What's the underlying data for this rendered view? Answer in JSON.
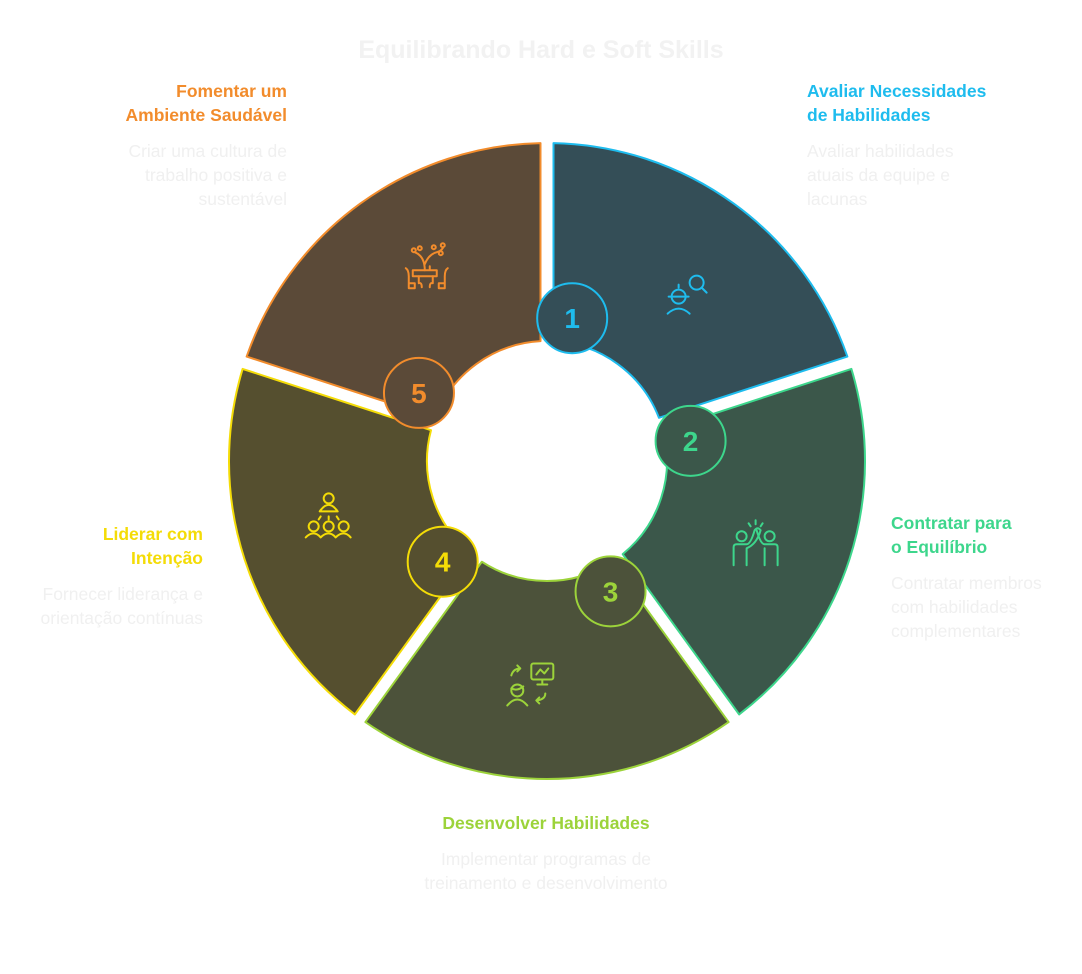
{
  "title": "Equilibrando Hard e Soft Skills",
  "steps": [
    {
      "number": "1",
      "heading": "Avaliar Necessidades\nde Habilidades",
      "description": "Avaliar habilidades\natuais da equipe e\nlacunas",
      "icon": "worker-search-icon",
      "accent": "#1ebcee",
      "fill": "#344e57"
    },
    {
      "number": "2",
      "heading": "Contratar para\no Equilíbrio",
      "description": "Contratar membros\ncom habilidades\ncomplementares",
      "icon": "high-five-icon",
      "accent": "#3dd68c",
      "fill": "#3b574a"
    },
    {
      "number": "3",
      "heading": "Desenvolver Habilidades",
      "description": "Implementar programas de\ntreinamento e desenvolvimento",
      "icon": "training-presentation-icon",
      "accent": "#9cd33a",
      "fill": "#4c523a"
    },
    {
      "number": "4",
      "heading": "Liderar com\nIntenção",
      "description": "Fornecer liderança e\norientação contínuas",
      "icon": "leader-team-icon",
      "accent": "#f4dc07",
      "fill": "#554f2f"
    },
    {
      "number": "5",
      "heading": "Fomentar um\nAmbiente Saudável",
      "description": "Criar uma cultura de\ntrabalho positiva e\nsustentável",
      "icon": "garden-table-icon",
      "accent": "#f28c2c",
      "fill": "#5b4a38"
    }
  ]
}
